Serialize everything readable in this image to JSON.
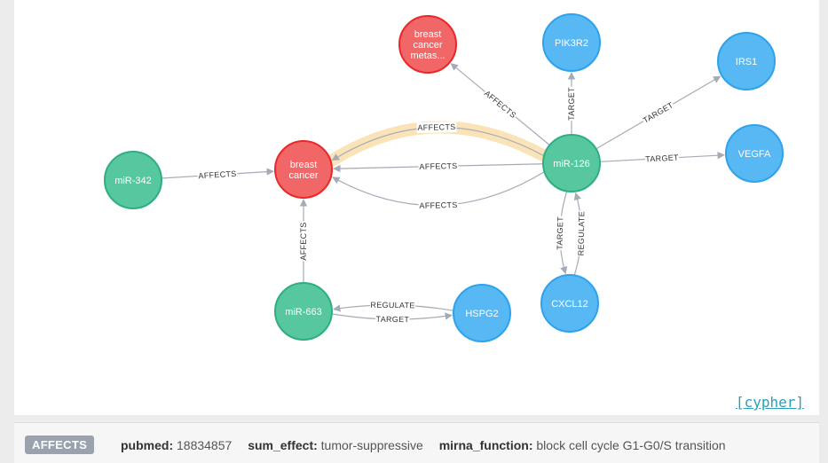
{
  "graph": {
    "nodes": {
      "breast_cancer": {
        "lines": [
          "breast",
          "cancer"
        ],
        "color": "#f16667"
      },
      "breast_cancer_metas": {
        "lines": [
          "breast",
          "cancer",
          "metas..."
        ],
        "color": "#f16667"
      },
      "mir_342": {
        "lines": [
          "miR-342"
        ],
        "color": "#57c7a0"
      },
      "mir_126": {
        "lines": [
          "miR-126"
        ],
        "color": "#57c7a0"
      },
      "mir_663": {
        "lines": [
          "miR-663"
        ],
        "color": "#57c7a0"
      },
      "pik3r2": {
        "lines": [
          "PIK3R2"
        ],
        "color": "#57b8f4"
      },
      "irs1": {
        "lines": [
          "IRS1"
        ],
        "color": "#57b8f4"
      },
      "vegfa": {
        "lines": [
          "VEGFA"
        ],
        "color": "#57b8f4"
      },
      "cxcl12": {
        "lines": [
          "CXCL12"
        ],
        "color": "#57b8f4"
      },
      "hspg2": {
        "lines": [
          "HSPG2"
        ],
        "color": "#57b8f4"
      }
    },
    "edges": [
      {
        "id": "e1",
        "from": "mir_342",
        "to": "breast_cancer",
        "label": "AFFECTS"
      },
      {
        "id": "e2",
        "from": "mir_126",
        "to": "breast_cancer",
        "label": "AFFECTS"
      },
      {
        "id": "e3",
        "from": "mir_126",
        "to": "breast_cancer",
        "label": "AFFECTS"
      },
      {
        "id": "e4",
        "from": "mir_126",
        "to": "breast_cancer",
        "label": "AFFECTS",
        "selected": true
      },
      {
        "id": "e5",
        "from": "mir_126",
        "to": "breast_cancer_metas",
        "label": "AFFECTS"
      },
      {
        "id": "e6",
        "from": "mir_126",
        "to": "pik3r2",
        "label": "TARGET"
      },
      {
        "id": "e7",
        "from": "mir_126",
        "to": "irs1",
        "label": "TARGET"
      },
      {
        "id": "e8",
        "from": "mir_126",
        "to": "vegfa",
        "label": "TARGET"
      },
      {
        "id": "e9",
        "from": "mir_126",
        "to": "cxcl12",
        "label": "TARGET"
      },
      {
        "id": "e10",
        "from": "cxcl12",
        "to": "mir_126",
        "label": "REGULATE"
      },
      {
        "id": "e11",
        "from": "mir_663",
        "to": "breast_cancer",
        "label": "AFFECTS"
      },
      {
        "id": "e12",
        "from": "mir_663",
        "to": "hspg2",
        "label": "TARGET"
      },
      {
        "id": "e13",
        "from": "hspg2",
        "to": "mir_663",
        "label": "REGULATE"
      }
    ]
  },
  "cypher_link": "[cypher]",
  "properties_bar": {
    "relationship_type": "AFFECTS",
    "properties": [
      {
        "key": "pubmed:",
        "value": "18834857"
      },
      {
        "key": "sum_effect:",
        "value": "tumor-suppressive"
      },
      {
        "key": "mirna_function:",
        "value": "block cell cycle G1-G0/S transition"
      }
    ]
  }
}
